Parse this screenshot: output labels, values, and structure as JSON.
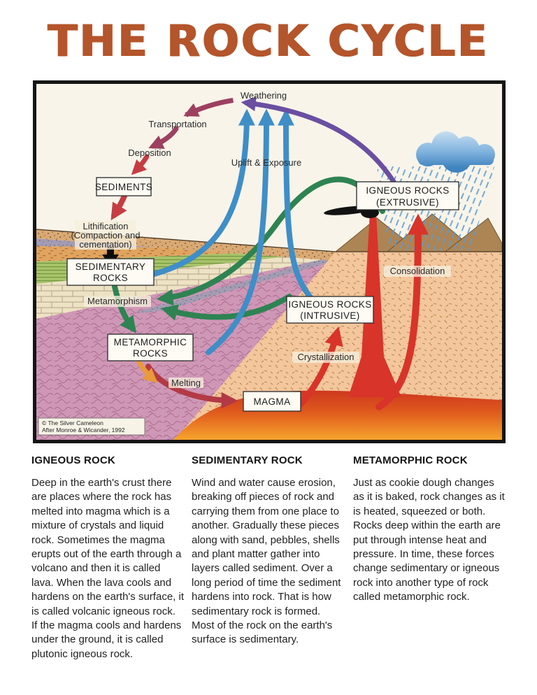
{
  "title": "THE ROCK CYCLE",
  "diagram": {
    "labels": {
      "weathering": "Weathering",
      "transportation": "Transportation",
      "deposition": "Deposition",
      "uplift_exposure": "Uplift & Exposure",
      "lithification_line1": "Lithification",
      "lithification_line2": "(Compaction and",
      "lithification_line3": "cementation)",
      "metamorphism": "Metamorphism",
      "melting": "Melting",
      "crystallization": "Crystallization",
      "consolidation": "Consolidation"
    },
    "boxes": {
      "sediments": "SEDIMENTS",
      "sedimentary_line1": "SEDIMENTARY",
      "sedimentary_line2": "ROCKS",
      "metamorphic_line1": "METAMORPHIC",
      "metamorphic_line2": "ROCKS",
      "magma": "MAGMA",
      "intrusive_line1": "IGNEOUS ROCKS",
      "intrusive_line2": "(INTRUSIVE)",
      "extrusive_line1": "IGNEOUS ROCKS",
      "extrusive_line2": "(EXTRUSIVE)"
    },
    "credit": {
      "line1": "© The Silver Cameleon",
      "line2": "After Monroe & Wicander, 1992"
    }
  },
  "columns": [
    {
      "heading": "IGNEOUS ROCK",
      "body": "Deep in the earth's crust there are places where the rock has melted into magma which is a mixture of crystals and liquid rock.  Sometimes the magma erupts out of the earth through a volcano and then it is called lava.  When the lava cools and hardens on the earth's surface, it is called volcanic igneous rock.  If the magma cools and hardens under the ground, it is called plutonic igneous rock."
    },
    {
      "heading": "SEDIMENTARY ROCK",
      "body": "Wind and water cause erosion, breaking off pieces of rock and carrying them from one place to another.  Gradually these pieces along with sand, pebbles, shells and plant matter gather into layers called sediment.  Over a long period of time the sediment hardens into rock.  That is how sedimentary rock is formed.  Most of the rock on the earth's surface is sedimentary."
    },
    {
      "heading": "METAMORPHIC ROCK",
      "body": "Just as cookie dough changes as it is baked, rock changes as it is heated, squeezed or both.  Rocks deep within the earth are put through intense heat and pressure.  In time, these forces change sedimentary or igneous rock into another type of rock called metamorphic rock."
    }
  ],
  "colors": {
    "title": "#b4552b",
    "arrow_blue": "#3f8ec7",
    "arrow_green": "#2e8352",
    "arrow_red": "#d8342a",
    "arrow_maroon": "#9d4060",
    "arrow_purple": "#6a4fa2",
    "arrow_orange": "#e89a3c",
    "magma_top": "#c92e1f",
    "magma_bottom": "#f6a42c",
    "metamorphic_pink": "#cf97b6",
    "pluton_tan": "#f3c69c"
  }
}
